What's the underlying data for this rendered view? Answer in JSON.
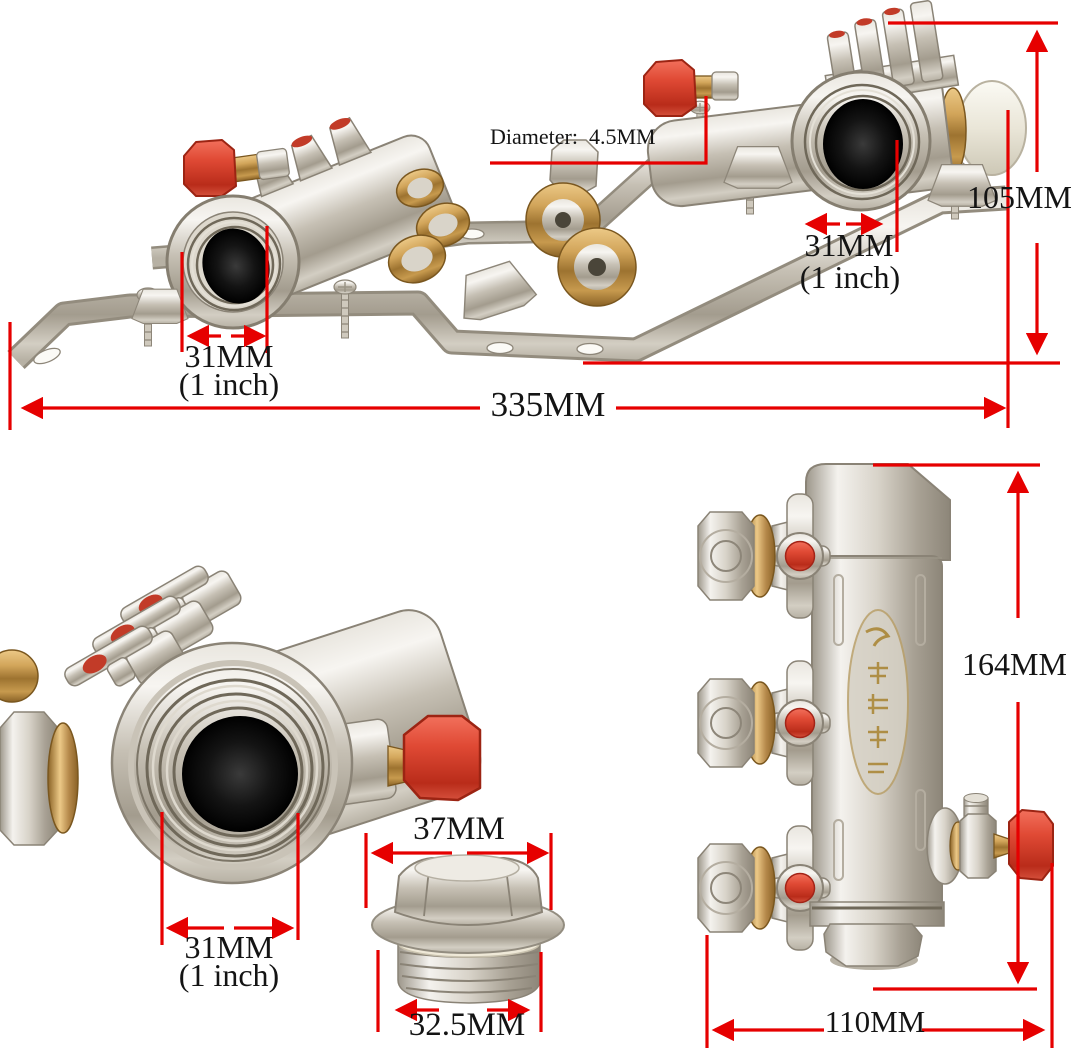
{
  "title": "Floor heating manifold dimension diagram",
  "colors": {
    "dimension_red": "#e60000",
    "label_text": "#141414",
    "handle_red": "#d9402c",
    "brass": "#c0903f",
    "metal_light": "#f2efe9",
    "metal_dark": "#8d8679",
    "background": "#ffffff"
  },
  "annotations": {
    "assembly": {
      "diameter": "Diameter:  4.5MM",
      "right_port_mm": "31MM",
      "right_port_inch": "(1 inch)",
      "height": "105MM",
      "left_port_mm": "31MM",
      "left_port_inch": "(1 inch)",
      "width": "335MM"
    },
    "closeup": {
      "port_mm": "31MM",
      "port_inch": "(1 inch)"
    },
    "plug": {
      "head_width": "37MM",
      "thread_width": "32.5MM"
    },
    "vertical_manifold": {
      "height": "164MM",
      "width": "110MM"
    }
  }
}
